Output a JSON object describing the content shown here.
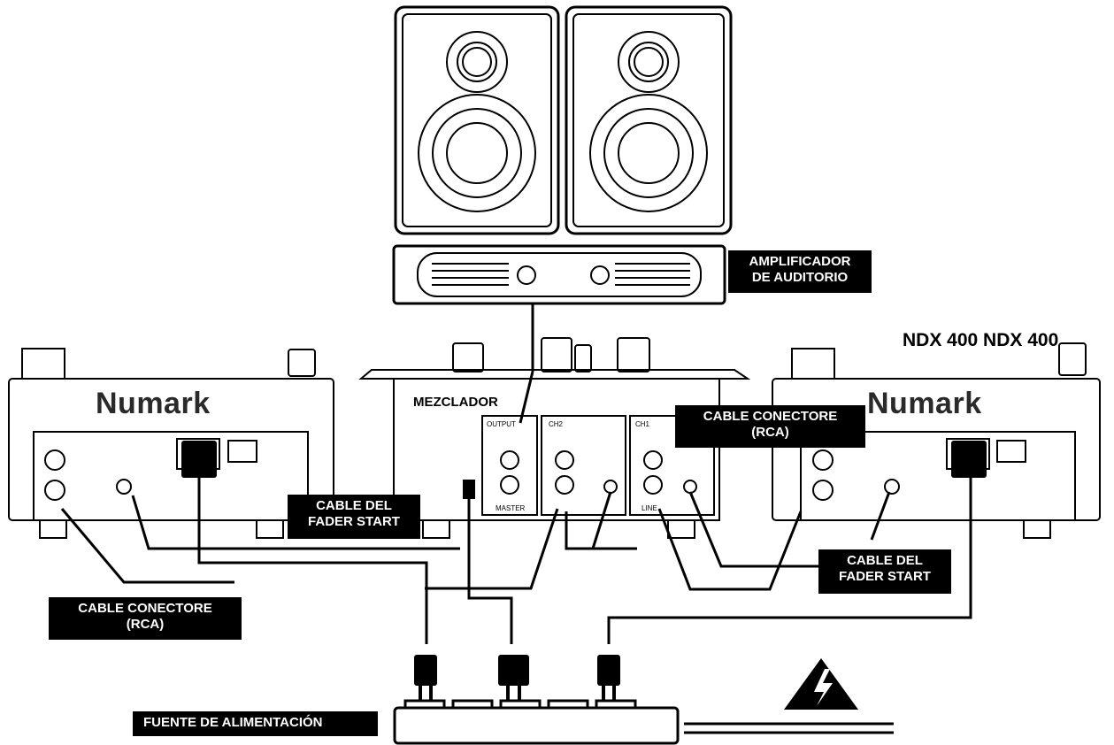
{
  "labels": {
    "amplifier_line1": "AMPLIFICADOR",
    "amplifier_line2": "DE AUDITORIO",
    "model": "NDX 400 NDX 400",
    "mixer": "MEZCLADOR",
    "rca_right_line1": "CABLE CONECTORE",
    "rca_right_line2": "(RCA)",
    "fader_left_line1": "CABLE DEL",
    "fader_left_line2": "FADER START",
    "fader_right_line1": "CABLE DEL",
    "fader_right_line2": "FADER START",
    "rca_left_line1": "CABLE CONECTORE",
    "rca_left_line2": "(RCA)",
    "power": "FUENTE DE ALIMENTACIÓN"
  },
  "brand_left": "Numark",
  "brand_right": "Numark",
  "mixer_panel": {
    "output": "OUTPUT",
    "ch2": "CH2",
    "ch1": "CH1",
    "master": "MASTER",
    "line": "LINE"
  },
  "icons": [
    "speaker-icon",
    "amplifier-icon",
    "turntable-icon",
    "mixer-icon",
    "power-strip-icon",
    "warning-high-voltage-icon"
  ],
  "colors": {
    "line": "#000000",
    "label_bg": "#000000",
    "label_text": "#ffffff"
  }
}
